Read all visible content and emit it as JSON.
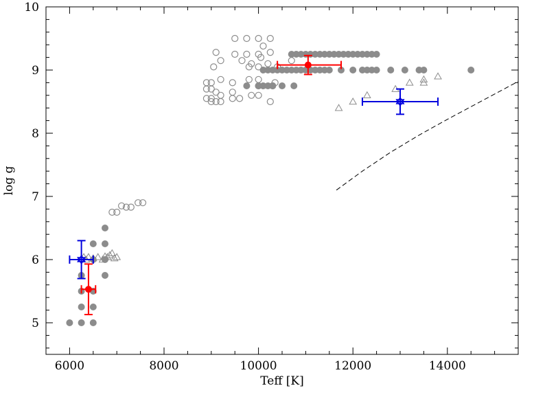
{
  "chart_data": {
    "type": "scatter",
    "xlabel": "Teff [K]",
    "ylabel": "log g",
    "xlim": [
      5500,
      15500
    ],
    "ylim": [
      4.5,
      10
    ],
    "x_ticks": [
      6000,
      8000,
      10000,
      12000,
      14000
    ],
    "x_tick_labels": [
      "6000",
      "8000",
      "10000",
      "12000",
      "14000"
    ],
    "y_ticks": [
      5,
      6,
      7,
      8,
      9,
      10
    ],
    "y_tick_labels": [
      "5",
      "6",
      "7",
      "8",
      "9",
      "10"
    ],
    "grid": false,
    "colors": {
      "gray": "#8c8c8c",
      "red": "#ff0000",
      "blue": "#0000dd",
      "black": "#000000"
    },
    "series": [
      {
        "marker": "filled-circle",
        "color": "#8c8c8c",
        "points": [
          [
            6000,
            5.0
          ],
          [
            6250,
            5.0
          ],
          [
            6500,
            5.0
          ],
          [
            6250,
            5.25
          ],
          [
            6500,
            5.25
          ],
          [
            6250,
            5.5
          ],
          [
            6500,
            5.5
          ],
          [
            6250,
            5.75
          ],
          [
            6750,
            5.75
          ],
          [
            6500,
            6.0
          ],
          [
            6750,
            6.0
          ],
          [
            6500,
            6.25
          ],
          [
            6750,
            6.25
          ],
          [
            6750,
            6.5
          ],
          [
            9750,
            8.75
          ],
          [
            10000,
            8.75
          ],
          [
            10100,
            8.75
          ],
          [
            10200,
            8.75
          ],
          [
            10300,
            8.75
          ],
          [
            10500,
            8.75
          ],
          [
            10750,
            8.75
          ],
          [
            10100,
            9.0
          ],
          [
            10200,
            9.0
          ],
          [
            10300,
            9.0
          ],
          [
            10400,
            9.0
          ],
          [
            10500,
            9.0
          ],
          [
            10600,
            9.0
          ],
          [
            10700,
            9.0
          ],
          [
            10800,
            9.0
          ],
          [
            10900,
            9.0
          ],
          [
            11000,
            9.0
          ],
          [
            11100,
            9.0
          ],
          [
            11200,
            9.0
          ],
          [
            11300,
            9.0
          ],
          [
            11400,
            9.0
          ],
          [
            11500,
            9.0
          ],
          [
            11750,
            9.0
          ],
          [
            12000,
            9.0
          ],
          [
            12200,
            9.0
          ],
          [
            12300,
            9.0
          ],
          [
            12400,
            9.0
          ],
          [
            12500,
            9.0
          ],
          [
            12800,
            9.0
          ],
          [
            13100,
            9.0
          ],
          [
            13400,
            9.0
          ],
          [
            13500,
            9.0
          ],
          [
            14500,
            9.0
          ],
          [
            10700,
            9.25
          ],
          [
            10800,
            9.25
          ],
          [
            10900,
            9.25
          ],
          [
            11000,
            9.25
          ],
          [
            11100,
            9.25
          ],
          [
            11200,
            9.25
          ],
          [
            11300,
            9.25
          ],
          [
            11400,
            9.25
          ],
          [
            11500,
            9.25
          ],
          [
            11600,
            9.25
          ],
          [
            11700,
            9.25
          ],
          [
            11800,
            9.25
          ],
          [
            11900,
            9.25
          ],
          [
            12000,
            9.25
          ],
          [
            12100,
            9.25
          ],
          [
            12200,
            9.25
          ],
          [
            12300,
            9.25
          ],
          [
            12400,
            9.25
          ],
          [
            12500,
            9.25
          ]
        ]
      },
      {
        "marker": "open-circle",
        "color": "#8c8c8c",
        "points": [
          [
            6900,
            6.75
          ],
          [
            7000,
            6.75
          ],
          [
            7100,
            6.85
          ],
          [
            7200,
            6.83
          ],
          [
            7300,
            6.83
          ],
          [
            7450,
            6.9
          ],
          [
            7550,
            6.9
          ],
          [
            8900,
            8.55
          ],
          [
            9000,
            8.55
          ],
          [
            9100,
            8.5
          ],
          [
            9200,
            8.5
          ],
          [
            9000,
            8.5
          ],
          [
            9450,
            8.55
          ],
          [
            9600,
            8.55
          ],
          [
            9850,
            8.6
          ],
          [
            10000,
            8.6
          ],
          [
            10250,
            8.5
          ],
          [
            8900,
            8.7
          ],
          [
            9000,
            8.7
          ],
          [
            9100,
            8.65
          ],
          [
            9200,
            8.6
          ],
          [
            9450,
            8.65
          ],
          [
            10000,
            8.75
          ],
          [
            10300,
            8.75
          ],
          [
            8900,
            8.8
          ],
          [
            9000,
            8.8
          ],
          [
            9200,
            8.85
          ],
          [
            9450,
            8.8
          ],
          [
            9800,
            8.85
          ],
          [
            10000,
            8.85
          ],
          [
            10350,
            8.8
          ],
          [
            9050,
            9.05
          ],
          [
            9800,
            9.05
          ],
          [
            10000,
            9.05
          ],
          [
            10200,
            9.1
          ],
          [
            10400,
            9.05
          ],
          [
            10700,
            9.15
          ],
          [
            9200,
            9.15
          ],
          [
            9650,
            9.15
          ],
          [
            9850,
            9.1
          ],
          [
            10050,
            9.2
          ],
          [
            9100,
            9.28
          ],
          [
            9500,
            9.25
          ],
          [
            9750,
            9.25
          ],
          [
            10000,
            9.25
          ],
          [
            10250,
            9.28
          ],
          [
            9500,
            9.5
          ],
          [
            9750,
            9.5
          ],
          [
            10000,
            9.5
          ],
          [
            10250,
            9.5
          ],
          [
            10100,
            9.38
          ]
        ]
      },
      {
        "marker": "open-triangle",
        "color": "#8c8c8c",
        "points": [
          [
            6300,
            6.04
          ],
          [
            6400,
            6.04
          ],
          [
            6500,
            6.02
          ],
          [
            6600,
            6.04
          ],
          [
            6700,
            6.0
          ],
          [
            6800,
            6.04
          ],
          [
            6850,
            6.07
          ],
          [
            6900,
            6.1
          ],
          [
            6950,
            6.02
          ],
          [
            7000,
            6.04
          ],
          [
            6350,
            6.0
          ],
          [
            6750,
            6.05
          ],
          [
            11700,
            8.4
          ],
          [
            12000,
            8.5
          ],
          [
            12300,
            8.6
          ],
          [
            12900,
            8.7
          ],
          [
            13200,
            8.8
          ],
          [
            13500,
            8.85
          ],
          [
            13500,
            8.8
          ],
          [
            13800,
            8.9
          ]
        ]
      }
    ],
    "measurements": [
      {
        "marker": "filled-circle",
        "color": "#ff0000",
        "x": 6400,
        "y": 5.53,
        "xerr": [
          6250,
          6550
        ],
        "yerr": [
          5.13,
          5.93
        ]
      },
      {
        "marker": "filled-circle",
        "color": "#ff0000",
        "x": 11050,
        "y": 9.08,
        "xerr": [
          10400,
          11750
        ],
        "yerr": [
          8.93,
          9.23
        ]
      },
      {
        "marker": "star",
        "color": "#0000dd",
        "x": 6250,
        "y": 6.0,
        "xerr": [
          6000,
          6500
        ],
        "yerr": [
          5.7,
          6.3
        ]
      },
      {
        "marker": "star",
        "color": "#0000dd",
        "x": 13000,
        "y": 8.5,
        "xerr": [
          12200,
          13800
        ],
        "yerr": [
          8.3,
          8.7
        ]
      }
    ],
    "curve": {
      "style": "dashed",
      "color": "#000000",
      "points": [
        [
          11650,
          7.1
        ],
        [
          12200,
          7.4
        ],
        [
          12800,
          7.7
        ],
        [
          13400,
          7.97
        ],
        [
          14000,
          8.22
        ],
        [
          14600,
          8.46
        ],
        [
          15200,
          8.7
        ],
        [
          15500,
          8.82
        ]
      ]
    }
  }
}
